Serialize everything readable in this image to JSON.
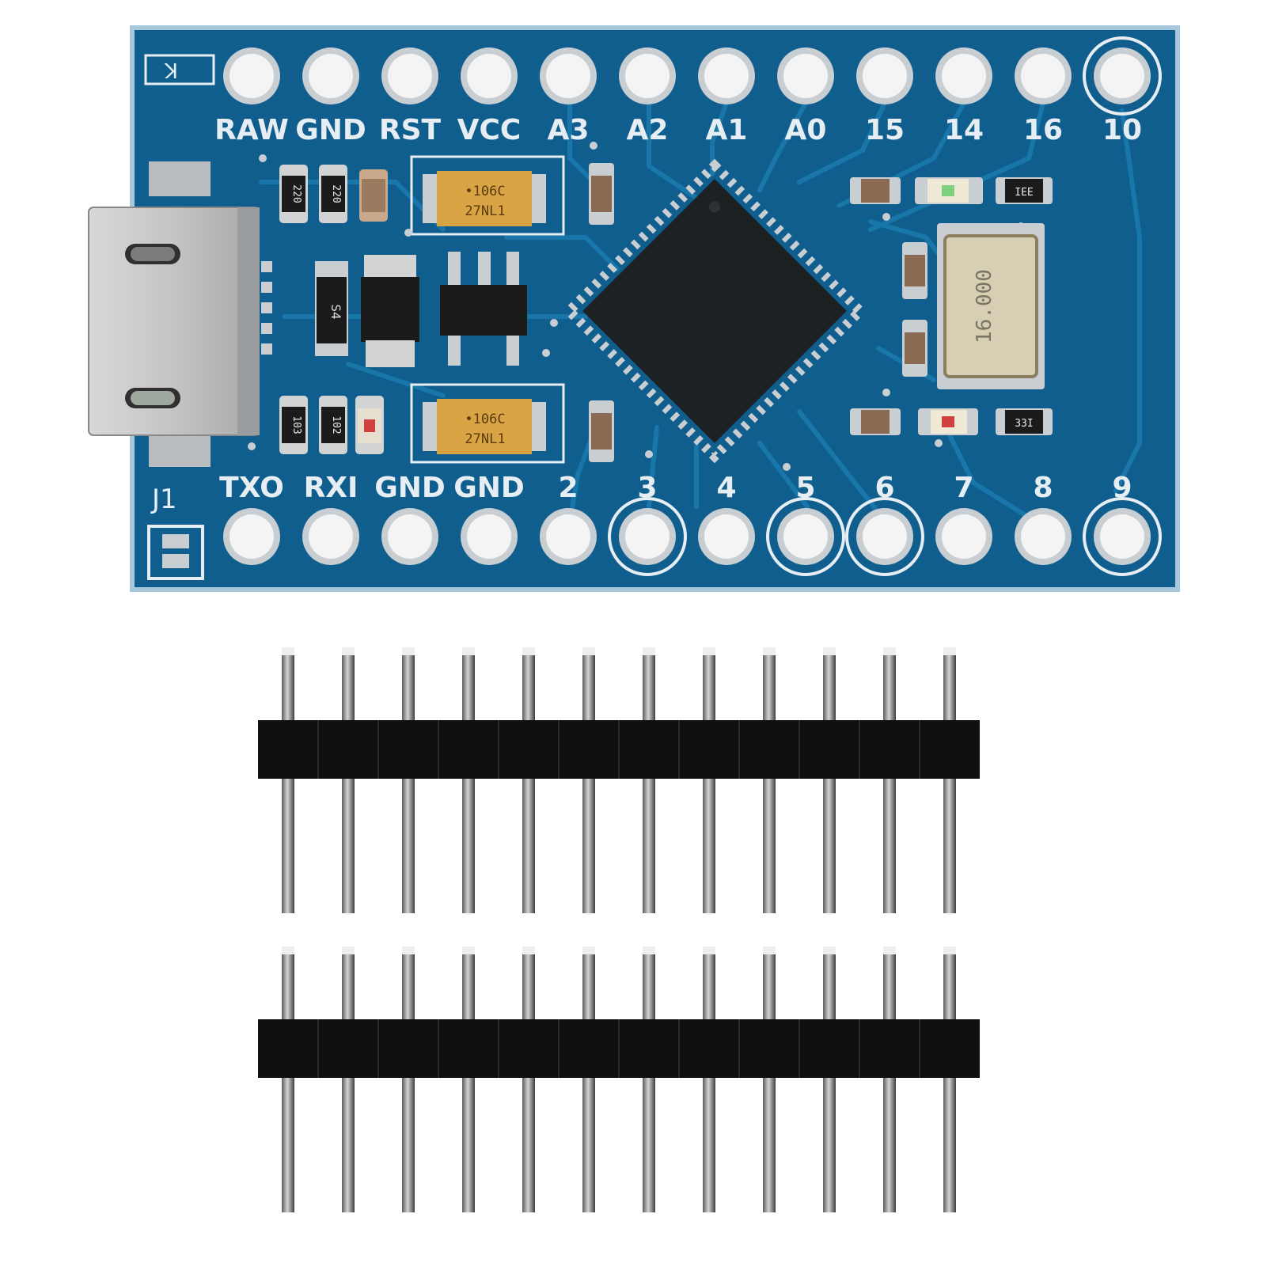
{
  "colors": {
    "pcb": "#0f5e8e",
    "pcb_dark": "#0a4b73",
    "trace": "#1a79ad",
    "silkscreen": "#e6eef3",
    "pad": "#c9ced2",
    "mcu": "#1e2124",
    "tantalum": "#d9a443",
    "header_plastic": "#101010",
    "pin_metal": "#9a9a9a"
  },
  "board": {
    "top_pin_labels": [
      "RAW",
      "GND",
      "RST",
      "VCC",
      "A3",
      "A2",
      "A1",
      "A0",
      "15",
      "14",
      "16",
      "10"
    ],
    "bottom_pin_labels": [
      "TXO",
      "RXI",
      "GND",
      "GND",
      "2",
      "3",
      "4",
      "5",
      "6",
      "7",
      "8",
      "9"
    ],
    "connector_label": "J1",
    "corner_mark": "K",
    "resistors_left_top": [
      "220",
      "220"
    ],
    "resistors_left_bottom": [
      "103",
      "102"
    ],
    "capacitor_marking_line1": "•106C",
    "capacitor_marking_line2": "27NL1",
    "diode_marking": "S4",
    "crystal_marking": "16.000",
    "small_resistor_top": "IEE",
    "small_resistor_bottom": "33I"
  },
  "headers": {
    "count": 2,
    "pins_per_header": 12
  }
}
